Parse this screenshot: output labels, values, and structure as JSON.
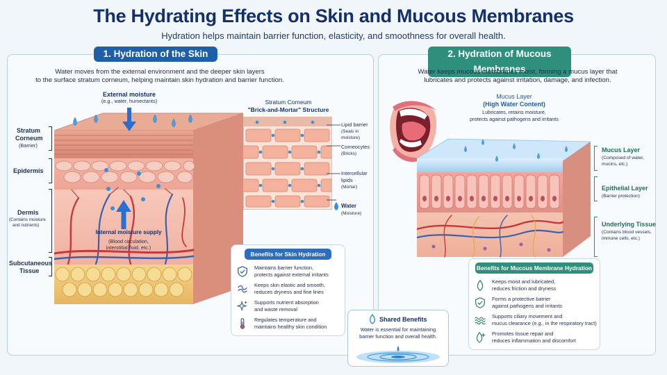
{
  "header": {
    "title": "The Hydrating Effects on Skin and Mucous Membranes",
    "subtitle": "Hydration helps maintain barrier function, elasticity, and smoothness for overall health."
  },
  "skin": {
    "badge": "1. Hydration of the Skin",
    "description_line1": "Water moves from the external environment and the deeper skin layers",
    "description_line2": "to the surface stratum corneum, helping maintain skin hydration and barrier function.",
    "external_title": "External moisture",
    "external_sub": "(e.g., water, humectants)",
    "internal_title": "Internal moisture supply",
    "internal_sub1": "(Blood circulation,",
    "internal_sub2": "interstitial fluid, etc.)",
    "layers": {
      "stratum_line1": "Stratum",
      "stratum_line2": "Corneum",
      "stratum_sub": "(Barrier)",
      "epidermis": "Epidermis",
      "dermis": "Dermis",
      "dermis_sub1": "(Contains moisture",
      "dermis_sub2": "and nutrients)",
      "subcut_line1": "Subcutaneous",
      "subcut_line2": "Tissue"
    },
    "brick": {
      "title_line1": "Stratum Corneum",
      "title_line2": "\"Brick-and-Mortar\" Structure",
      "lipid": "Lipid barrier",
      "lipid_sub1": "(Seals in",
      "lipid_sub2": "moisture)",
      "corneocytes": "Corneocytes",
      "corneocytes_sub": "(Bricks)",
      "intercellular1": "Intercellular",
      "intercellular2": "lipids",
      "intercellular_sub": "(Mortar)",
      "water": "Water",
      "water_sub": "(Moisture)"
    },
    "benefits_title": "Benefits for Skin Hydration",
    "benefits": [
      {
        "icon": "shield-check-icon",
        "line1": "Maintains barrier function,",
        "line2": "protects against external irritants"
      },
      {
        "icon": "wave-smooth-icon",
        "line1": "Keeps skin elastic and smooth,",
        "line2": "reduces dryness and fine lines"
      },
      {
        "icon": "sparkle-icon",
        "line1": "Supports nutrient absorption",
        "line2": "and waste removal"
      },
      {
        "icon": "thermometer-icon",
        "line1": "Regulates temperature and",
        "line2": "maintains healthy skin condition"
      }
    ]
  },
  "mucous": {
    "badge": "2. Hydration of Mucous Membranes",
    "description_line1": "Water keeps mucous membranes moist, forming a mucus layer that",
    "description_line2": "lubricates and protects against irritation, damage, and infection.",
    "mucus_title1": "Mucus Layer",
    "mucus_title2": "(High Water Content)",
    "mucus_sub1": "Lubricates, retains moisture,",
    "mucus_sub2": "protects against pathogens and irritants",
    "layers": {
      "mucus": "Mucus Layer",
      "mucus_sub1": "(Composed of water,",
      "mucus_sub2": "mucins, etc.)",
      "epithelial": "Epithelial Layer",
      "epithelial_sub": "(Barrier protection)",
      "underlying": "Underlying Tissue",
      "underlying_sub1": "(Contains blood vessels,",
      "underlying_sub2": "immune cells, etc.)"
    },
    "benefits_title": "Benefits for Mucous Membrane Hydration",
    "benefits": [
      {
        "icon": "drop-icon",
        "line1": "Keeps moist and lubricated,",
        "line2": "reduces friction and dryness"
      },
      {
        "icon": "shield-check-icon",
        "line1": "Forms a protective barrier",
        "line2": "against pathogens and irritants"
      },
      {
        "icon": "waves-icon",
        "line1": "Supports ciliary movement and",
        "line2": "mucus clearance (e.g., in the respiratory tract)"
      },
      {
        "icon": "drop-plus-icon",
        "line1": "Promotes tissue repair and",
        "line2": "reduces inflammation and discomfort"
      }
    ]
  },
  "shared": {
    "title": "Shared Benefits",
    "line1": "Water is essential for maintaining",
    "line2": "barrier function and overall health."
  },
  "colors": {
    "navy": "#14306b",
    "skin_badge": "#1f5fa8",
    "mucous_badge": "#2f8f7d",
    "water_blue": "#3a8fd6"
  }
}
